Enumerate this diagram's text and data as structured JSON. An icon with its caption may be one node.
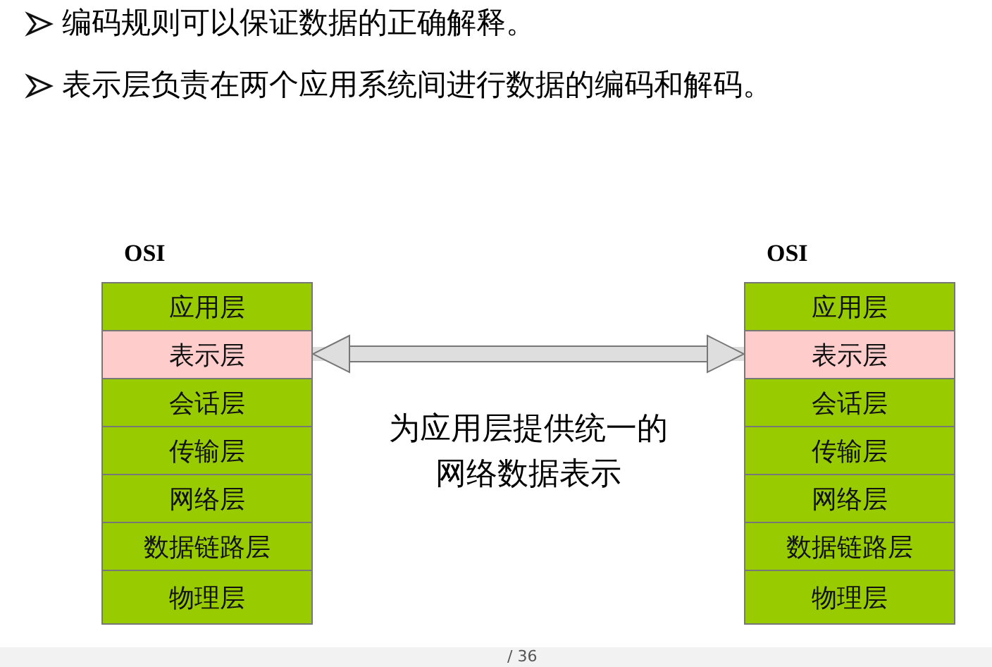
{
  "diagram": {
    "nodes": [
      {
        "text": [
          "OSI"
        ]
      },
      {
        "text": [
          "应用层"
        ],
        "in": 0
      },
      {
        "text": [
          "表示层"
        ],
        "in": 0
      },
      {
        "text": [
          "会话层"
        ],
        "in": 0
      },
      {
        "text": [
          "传输层"
        ],
        "in": 0
      },
      {
        "text": [
          "网络层"
        ],
        "in": 0
      },
      {
        "text": [
          "数据链路层"
        ],
        "in": 0
      },
      {
        "text": [
          "物理层"
        ],
        "in": 0
      },
      {
        "text": [
          "OSI"
        ]
      },
      {
        "text": [
          "应用层"
        ],
        "in": 8
      },
      {
        "text": [
          "表示层"
        ],
        "in": 8
      },
      {
        "text": [
          "会话层"
        ],
        "in": 8
      },
      {
        "text": [
          "传输层"
        ],
        "in": 8
      },
      {
        "text": [
          "网络层"
        ],
        "in": 8
      },
      {
        "text": [
          "数据链路层"
        ],
        "in": 8
      },
      {
        "text": [
          "物理层"
        ],
        "in": 8
      }
    ],
    "edges": [
      {
        "from": 2,
        "to": 10,
        "arrow": "both",
        "label": "为应用层提供统一的网络数据表示"
      }
    ],
    "labels": [
      "编码规则可以保证数据的正确解释。",
      "表示层负责在两个应用系统间进行数据的编码和解码。",
      "/ 36"
    ]
  }
}
